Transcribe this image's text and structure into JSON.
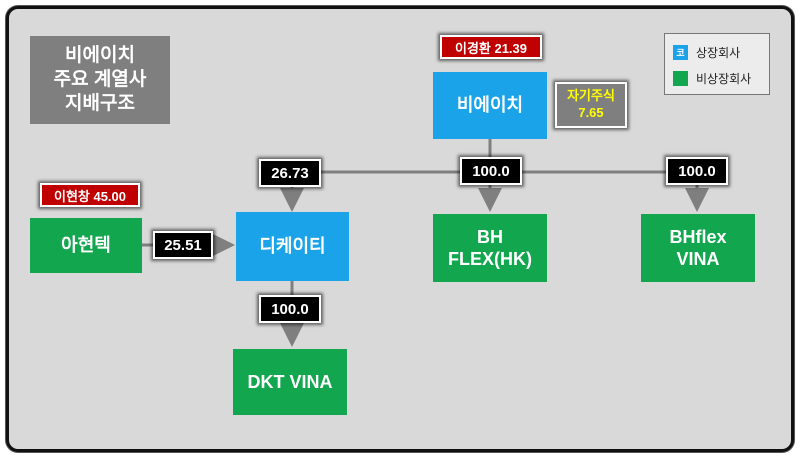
{
  "title": "비에이치\n주요 계열사\n지배구조",
  "legend": {
    "listed": {
      "label": "상장회사",
      "icon_text": "코",
      "color": "#1aa3e8"
    },
    "unlisted": {
      "label": "비상장회사",
      "color": "#12a64e"
    }
  },
  "companies": {
    "bh": "비에이치",
    "dkt": "디케이티",
    "ahyeon": "아현텍",
    "bh_flex_hk": "BH\nFLEX(HK)",
    "bhflex_vina": "BHflex\nVINA",
    "dkt_vina": "DKT VINA"
  },
  "holders": {
    "lee_kyunghwan": "이경환 21.39",
    "lee_hyunchang": "이현창 45.00"
  },
  "treasury": "자기주식\n7.65",
  "stakes": {
    "bh_to_dkt": "26.73",
    "bh_to_bh_flex_hk": "100.0",
    "bh_to_bhflex_vina": "100.0",
    "ahyeon_to_dkt": "25.51",
    "dkt_to_dkt_vina": "100.0"
  }
}
